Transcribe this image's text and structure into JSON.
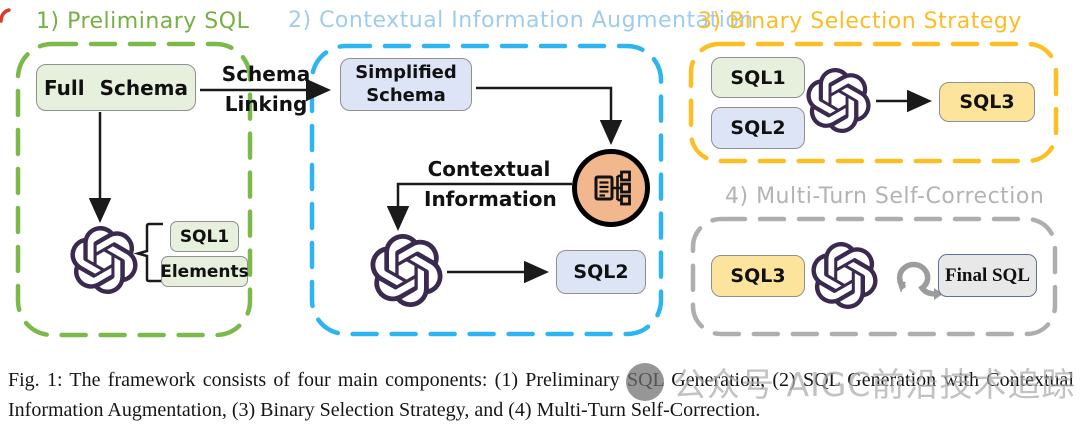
{
  "figure": {
    "section1": {
      "title": "1) Preliminary SQL"
    },
    "section2": {
      "title": "2) Contextual Information Augmentation"
    },
    "section3": {
      "title": "3) Binary Selection Strategy"
    },
    "section4": {
      "title": "4) Multi-Turn Self-Correction"
    },
    "nodes": {
      "full_schema": "Full Schema",
      "sql1_preliminary": "SQL1",
      "elements": "Elements",
      "simplified_schema_line1": "Simplified",
      "simplified_schema_line2": "Schema",
      "sql2_contextual": "SQL2",
      "sql1_binary": "SQL1",
      "sql2_binary": "SQL2",
      "sql3_binary": "SQL3",
      "sql3_multiturn": "SQL3",
      "final_sql": "Final SQL"
    },
    "edge_labels": {
      "schema_linking_line1": "Schema",
      "schema_linking_line2": "Linking",
      "contextual_information_line1": "Contextual",
      "contextual_information_line2": "Information"
    },
    "icons": {
      "llm": "openai-logo",
      "contextual_source": "document-tree-icon",
      "loop": "loop-arrow-icon"
    },
    "colors": {
      "section1_border": "#7cb94b",
      "section1_title": "#76b043",
      "section2_border": "#2cb5f1",
      "section2_title": "#9fccee",
      "section3_border": "#fcbf23",
      "section3_title": "#fcbd24",
      "section4_border": "#aeaeae",
      "section4_title": "#b3b3b3",
      "node_green_fill": "#e6f0dc",
      "node_blue_fill": "#dce4f6",
      "node_yellow_fill": "#fce49c",
      "node_gray_fill": "#e8e8e8",
      "openai_logo": "#3a2a4f",
      "context_circle_fill": "#f3b78d",
      "loop_icon": "#9c9c9c",
      "arrow": "#1a1a1a"
    }
  },
  "caption": {
    "line1": "Fig. 1: The framework consists of four main components: (1) Preliminary SQL Generation, (2) SQL Generation with Contextual",
    "line2": "Information Augmentation, (3) Binary Selection Strategy, and (4) Multi-Turn Self-Correction."
  },
  "watermark": {
    "text": "公众号 AIGC前沿技术追踪"
  }
}
